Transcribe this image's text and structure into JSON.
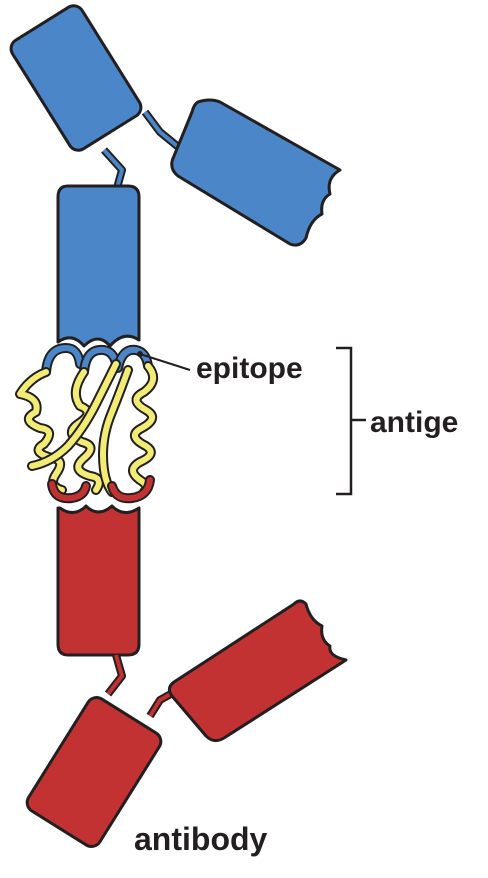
{
  "labels": {
    "epitope": "epitope",
    "antigen": "antige",
    "antibody": "antibody"
  },
  "colors": {
    "upper_antibody": "#4a86c8",
    "lower_antibody": "#c33232",
    "antigen_chain": "#f2ec74",
    "outline": "#231f20"
  }
}
